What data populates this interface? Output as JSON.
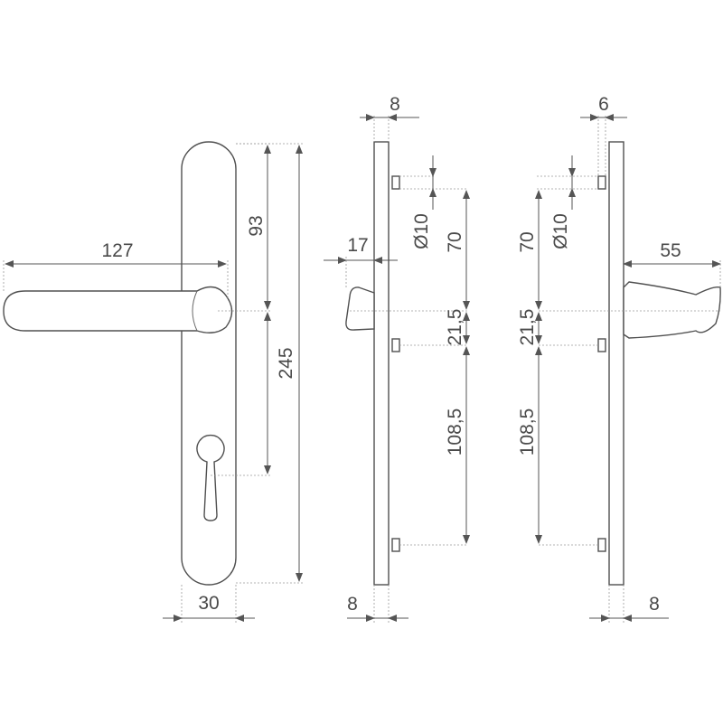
{
  "dimensions": {
    "front_lever_length": "127",
    "front_upper": "93",
    "front_total": "245",
    "front_width": "30",
    "side_top_width": "8",
    "side_projection": "17",
    "side_hole_diameter": "Ø10",
    "side_upper_spacing": "70",
    "side_mid_spacing": "21,5",
    "side_lower_spacing": "108,5",
    "side_bottom_width": "8",
    "right_top_width": "6",
    "right_hole_diameter": "Ø10",
    "right_upper_spacing": "70",
    "right_mid_spacing": "21,5",
    "right_lower_spacing": "108,5",
    "right_projection": "55",
    "right_bottom_width": "8"
  }
}
